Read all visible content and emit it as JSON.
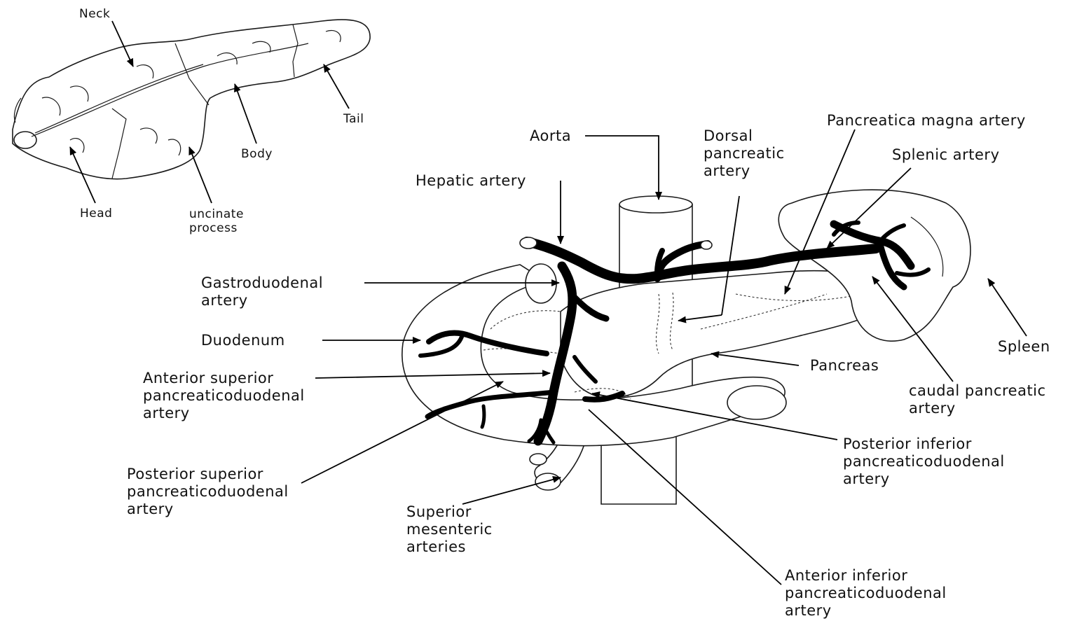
{
  "small_pancreas": {
    "neck": "Neck",
    "tail": "Tail",
    "body": "Body",
    "head": "Head",
    "uncinate": "uncinate\nprocess"
  },
  "labels": {
    "aorta": "Aorta",
    "dorsal_pancreatic": "Dorsal\npancreatic\nartery",
    "pancreatica_magna": "Pancreatica magna artery",
    "splenic_artery": "Splenic artery",
    "hepatic_artery": "Hepatic artery",
    "gastroduodenal": "Gastroduodenal\nartery",
    "duodenum": "Duodenum",
    "anterior_superior": "Anterior superior\npancreaticoduodenal\nartery",
    "pancreas": "Pancreas",
    "spleen": "Spleen",
    "caudal_pancreatic": "caudal pancreatic\nartery",
    "posterior_inferior": "Posterior inferior\npancreaticoduodenal\nartery",
    "posterior_superior": "Posterior superior\npancreaticoduodenal\nartery",
    "superior_mesenteric": "Superior\nmesenteric\narteries",
    "anterior_inferior": "Anterior inferior\npancreaticoduodenal\nartery"
  }
}
